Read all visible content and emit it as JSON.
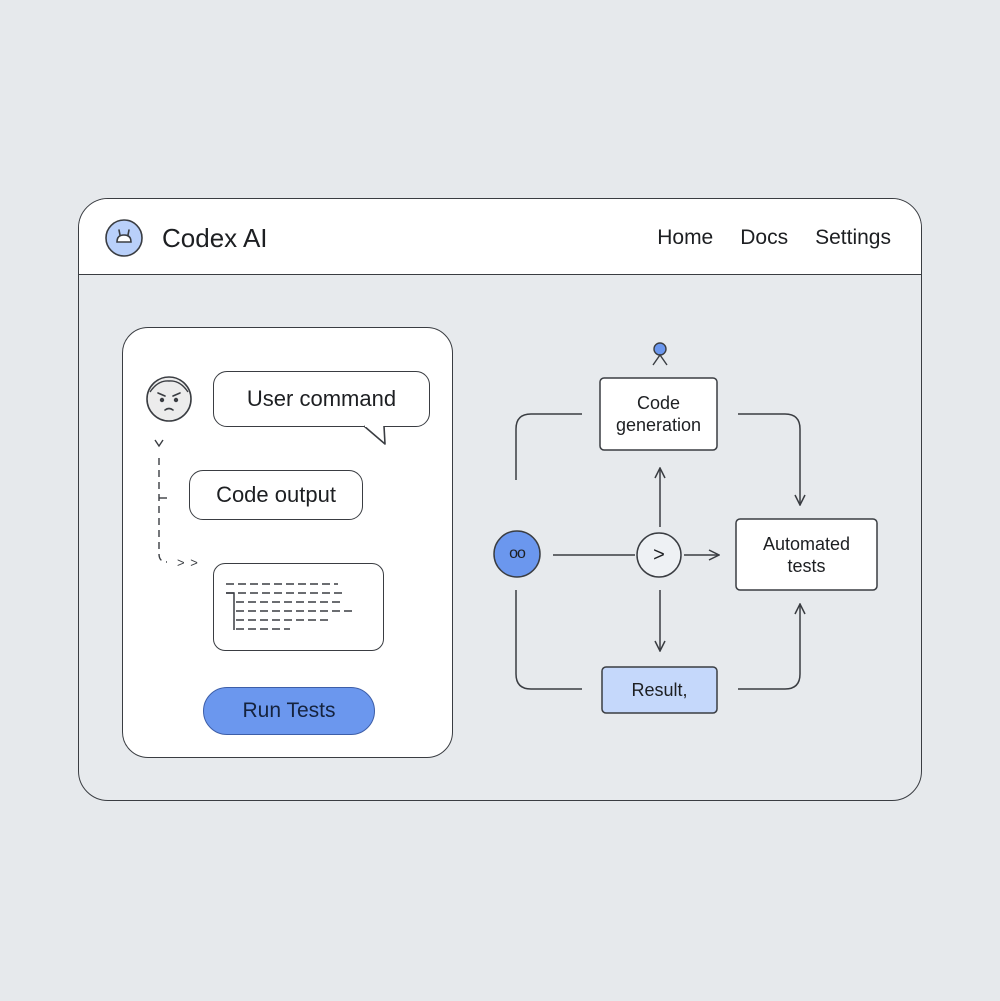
{
  "header": {
    "title": "Codex AI",
    "nav": [
      "Home",
      "Docs",
      "Settings"
    ]
  },
  "chat": {
    "user_command": "User command",
    "code_output": "Code output",
    "connector_glyph": "> >",
    "run_button": "Run Tests"
  },
  "diagram": {
    "code_generation": "Code\ngeneration",
    "automated_tests": "Automated\ntests",
    "result": "Result,",
    "agent_glyph": "oo",
    "play_glyph": ">"
  },
  "icons": {
    "logo": "bot-head-icon",
    "avatar": "frowning-face-icon",
    "person": "person-icon"
  },
  "colors": {
    "accent": "#6b97ee",
    "accent_light": "#b9d0fa",
    "result_fill": "#c5d8fb",
    "stroke": "#3a3d42"
  }
}
